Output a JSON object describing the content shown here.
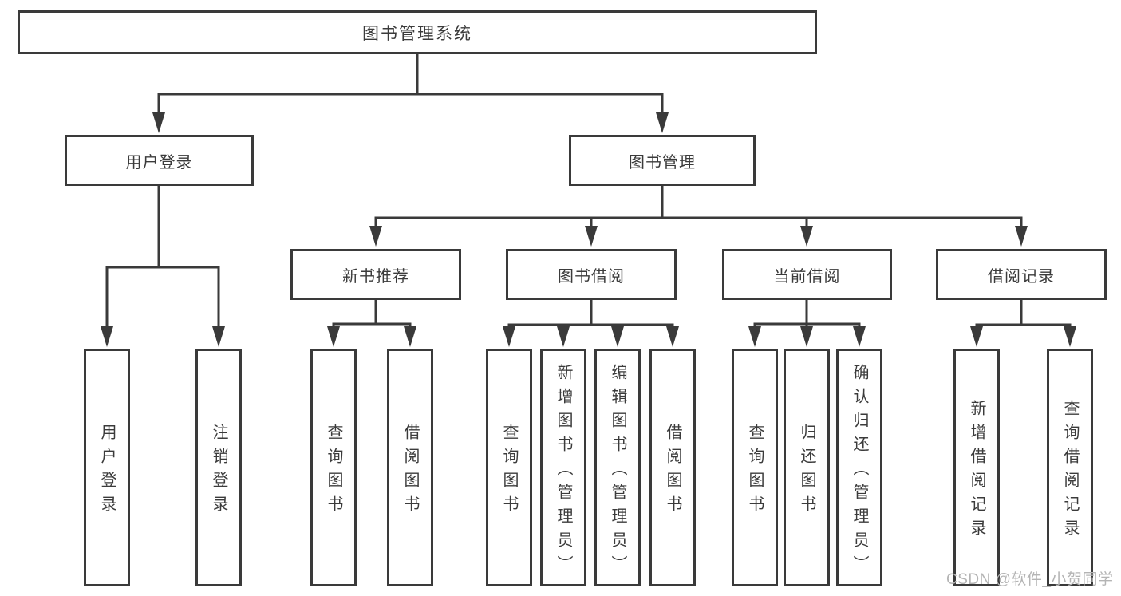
{
  "colors": {
    "line": "#3a3a3a",
    "text": "#3b3b3b",
    "watermark": "#b4b4b4",
    "background": "#ffffff"
  },
  "watermark": {
    "text": "CSDN @软件_小贺同学"
  },
  "tree": {
    "root": "图书管理系统",
    "l2": [
      {
        "label": "用户登录",
        "children": [
          "用户登录",
          "注销登录"
        ]
      },
      {
        "label": "图书管理"
      }
    ],
    "l3": [
      {
        "label": "新书推荐",
        "children": [
          "查询图书",
          "借阅图书"
        ]
      },
      {
        "label": "图书借阅",
        "children": [
          "查询图书",
          "新增图书（管理员）",
          "编辑图书（管理员）",
          "借阅图书"
        ]
      },
      {
        "label": "当前借阅",
        "children": [
          "查询图书",
          "归还图书",
          "确认归还（管理员）"
        ]
      },
      {
        "label": "借阅记录",
        "children": [
          "新增借阅记录",
          "查询借阅记录"
        ]
      }
    ]
  }
}
